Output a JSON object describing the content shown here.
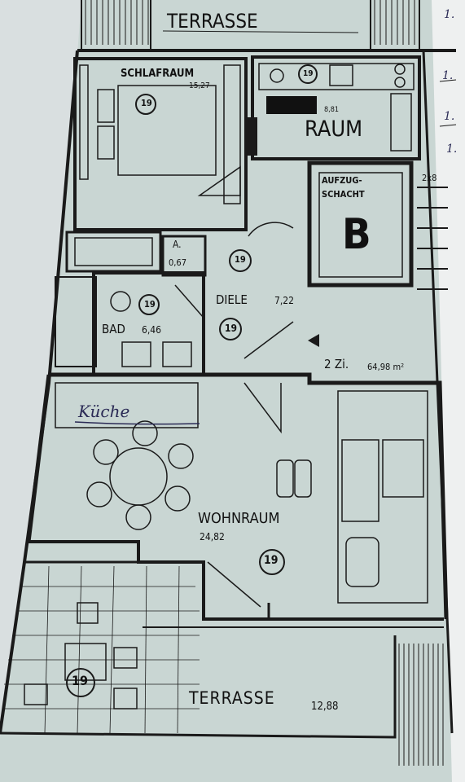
{
  "plan": {
    "top_terrace": "TERRASSE",
    "bedroom": {
      "name": "SCHLAFRAUM",
      "area": "15,27",
      "unit": "19"
    },
    "room": {
      "name": "RAUM",
      "area": "8,81",
      "unit": "19"
    },
    "elevator": {
      "line1": "AUFZUG-",
      "line2": "SCHACHT",
      "letter": "B"
    },
    "stair_note": "2x8",
    "storage": {
      "name": "A.",
      "area": "0,67",
      "unit": "19"
    },
    "hall": {
      "name": "DIELE",
      "area": "7,22",
      "unit": "19"
    },
    "bath": {
      "name": "BAD",
      "area": "6,46",
      "unit": "19"
    },
    "apartment": {
      "label": "2 Zi.",
      "area": "64,98 m²"
    },
    "kitchen_handwritten": "Küche",
    "living": {
      "name": "WOHNRAUM",
      "area": "24,82",
      "unit": "19"
    },
    "bottom_terrace": {
      "name": "TERRASSE",
      "area": "12,88",
      "unit": "19"
    },
    "margin_marks": [
      "1.",
      "1.",
      "1.",
      "1."
    ]
  },
  "colors": {
    "paper": "#c9d6d3",
    "ink": "#1a1a1a",
    "background": "#d9dfe0",
    "redacted": "#111111"
  }
}
